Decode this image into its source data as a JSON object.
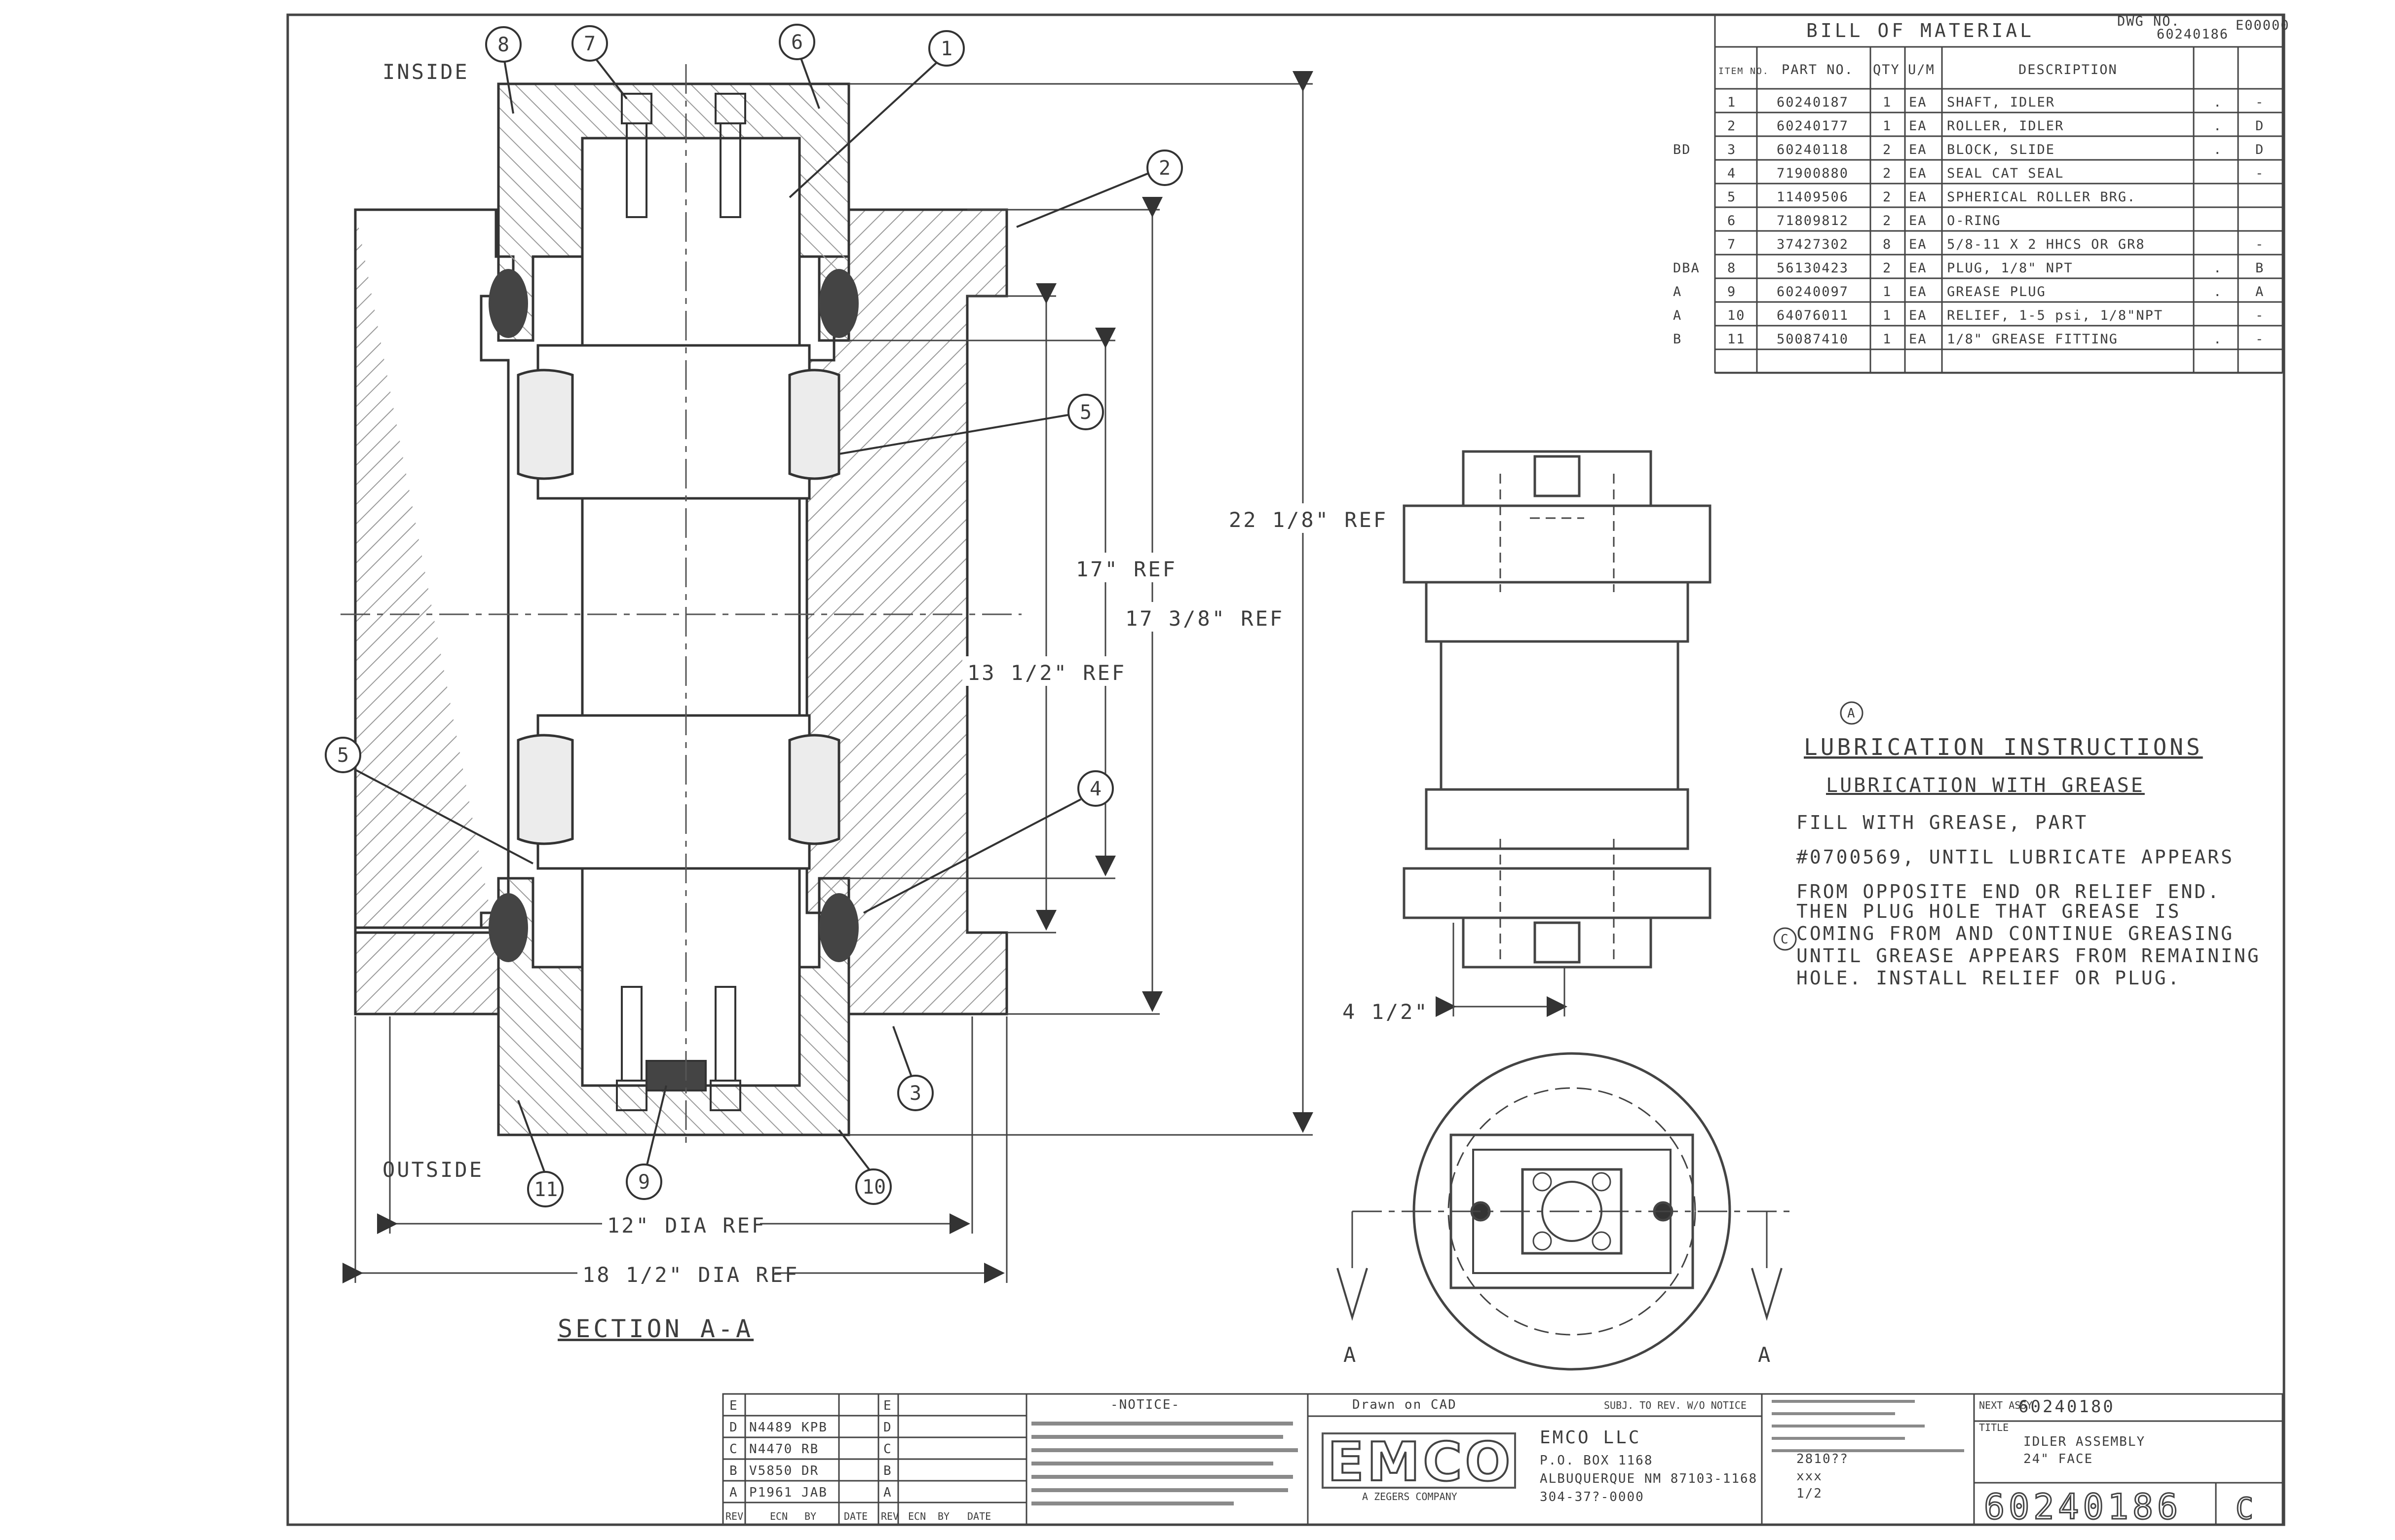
{
  "views": {
    "inside_label": "INSIDE",
    "outside_label": "OUTSIDE",
    "section_label": "SECTION A-A",
    "section_marker_left": "A",
    "section_marker_right": "A",
    "dimensions": {
      "overall_ref": "22 1/8\" REF",
      "ref_17": "17\" REF",
      "ref_17_38": "17 3/8\" REF",
      "ref_13_12": "13 1/2\" REF",
      "dia_12": "12\" DIA REF",
      "dia_18_12": "18 1/2\" DIA REF",
      "side_4_12": "4 1/2\""
    },
    "balloons": {
      "b8_top": "8",
      "b7_top": "7",
      "b6": "6",
      "b1": "1",
      "b2": "2",
      "b5_right": "5",
      "b5_left": "5",
      "b4": "4",
      "b3": "3",
      "b11": "11",
      "b9": "9",
      "b10": "10"
    }
  },
  "bom": {
    "title": "BILL OF MATERIAL",
    "dwg_label": "DWG NO.",
    "dwg_no": "60240186",
    "rev_corner": "E00000",
    "columns": [
      "ITEM NO.",
      "PART NO.",
      "QTY",
      "U/M",
      "DESCRIPTION",
      "",
      ""
    ],
    "rows": [
      {
        "flag": "",
        "item": "1",
        "part": "60240187",
        "qty": "1",
        "um": "EA",
        "desc": "SHAFT, IDLER",
        "c1": ".",
        "c2": "-"
      },
      {
        "flag": "",
        "item": "2",
        "part": "60240177",
        "qty": "1",
        "um": "EA",
        "desc": "ROLLER, IDLER",
        "c1": ".",
        "c2": "D"
      },
      {
        "flag": "BD",
        "item": "3",
        "part": "60240118",
        "qty": "2",
        "um": "EA",
        "desc": "BLOCK, SLIDE",
        "c1": ".",
        "c2": "D"
      },
      {
        "flag": "",
        "item": "4",
        "part": "71900880",
        "qty": "2",
        "um": "EA",
        "desc": "SEAL CAT SEAL",
        "c1": "",
        "c2": "-"
      },
      {
        "flag": "",
        "item": "5",
        "part": "11409506",
        "qty": "2",
        "um": "EA",
        "desc": "SPHERICAL ROLLER BRG.",
        "c1": "",
        "c2": ""
      },
      {
        "flag": "",
        "item": "6",
        "part": "71809812",
        "qty": "2",
        "um": "EA",
        "desc": "O-RING",
        "c1": "",
        "c2": ""
      },
      {
        "flag": "",
        "item": "7",
        "part": "37427302",
        "qty": "8",
        "um": "EA",
        "desc": "5/8-11 X 2 HHCS OR GR8",
        "c1": "",
        "c2": "-"
      },
      {
        "flag": "DBA",
        "item": "8",
        "part": "56130423",
        "qty": "2",
        "um": "EA",
        "desc": "PLUG, 1/8\" NPT",
        "c1": ".",
        "c2": "B"
      },
      {
        "flag": "A",
        "item": "9",
        "part": "60240097",
        "qty": "1",
        "um": "EA",
        "desc": "GREASE PLUG",
        "c1": ".",
        "c2": "A"
      },
      {
        "flag": "A",
        "item": "10",
        "part": "64076011",
        "qty": "1",
        "um": "EA",
        "desc": "RELIEF, 1-5 psi, 1/8\"NPT",
        "c1": "",
        "c2": "-"
      },
      {
        "flag": "B",
        "item": "11",
        "part": "50087410",
        "qty": "1",
        "um": "EA",
        "desc": "1/8\" GREASE FITTING",
        "c1": ".",
        "c2": "-"
      },
      {
        "flag": "",
        "item": "",
        "part": "",
        "qty": "",
        "um": "",
        "desc": "",
        "c1": "",
        "c2": ""
      }
    ]
  },
  "lubrication": {
    "marker": "A",
    "note_marker": "C",
    "title": "LUBRICATION INSTRUCTIONS",
    "subtitle": "LUBRICATION WITH GREASE",
    "lines": [
      "FILL WITH GREASE, PART",
      "#0700569, UNTIL LUBRICATE APPEARS",
      "FROM OPPOSITE END OR RELIEF END.",
      "THEN PLUG HOLE THAT GREASE IS",
      "COMING FROM AND CONTINUE GREASING",
      "UNTIL GREASE APPEARS FROM REMAINING",
      "HOLE.  INSTALL RELIEF OR PLUG."
    ]
  },
  "title_block": {
    "company": "EMCO LLC",
    "address_1": "P.O. BOX 1168",
    "address_2": "ALBUQUERQUE NM 87103-1168",
    "phone": "304-37?-0000",
    "drawn": "Drawn on CAD",
    "subject": "SUBJ. TO REV. W/O NOTICE",
    "notice_heading": "-NOTICE-",
    "drawing_no": "60240186",
    "size": "C",
    "next_assy_label": "NEXT ASSY",
    "next_assy": "60240180",
    "title_label": "TITLE",
    "title_line_1": "IDLER ASSEMBLY",
    "title_line_2": "24\" FACE",
    "revisions": [
      {
        "rev": "E",
        "desc": "",
        "by": "",
        "date": ""
      },
      {
        "rev": "D",
        "desc": "N4489 KPB",
        "by": "",
        "date": ""
      },
      {
        "rev": "C",
        "desc": "N4470 RB",
        "by": "",
        "date": ""
      },
      {
        "rev": "B",
        "desc": "V5850 DR",
        "by": "",
        "date": ""
      },
      {
        "rev": "A",
        "desc": "P1961 JAB",
        "by": "",
        "date": ""
      }
    ],
    "rev_cols": [
      "REV",
      "ECN",
      "BY",
      "DATE"
    ],
    "approvals": [
      "REV",
      "ECN",
      "BY",
      "DATE"
    ],
    "date_field": "2810??",
    "scale_field": "1/2",
    "dwn": "xxx"
  }
}
